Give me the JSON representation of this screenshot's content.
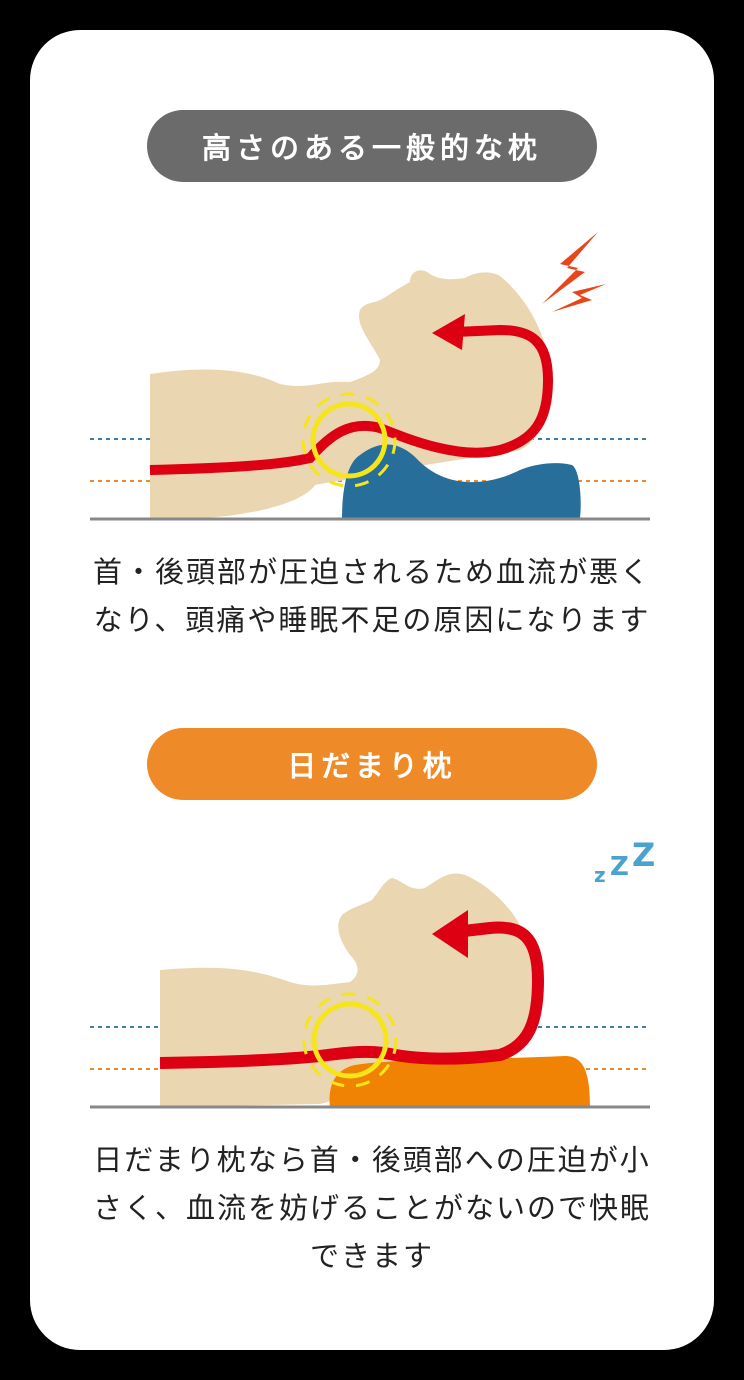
{
  "sections": [
    {
      "title": "高さのある一般的な枕",
      "title_color": "#6b6b6b",
      "pillow_color": "#286e9a",
      "effect_icon": "lightning-pain-icon",
      "effect_color": "#e8461a",
      "caption_line1": "首・後頭部が圧迫されるため血流が悪く",
      "caption_line2": "なり、頭痛や睡眠不足の原因になります"
    },
    {
      "title": "日だまり枕",
      "title_color": "#ef8a28",
      "pillow_color": "#f08204",
      "effect_icon": "sleep-zzz-icon",
      "effect_color": "#4aa3cf",
      "effect_text": [
        "z",
        "Z",
        "Z"
      ],
      "caption_line1": "日だまり枕なら首・後頭部への圧迫が小",
      "caption_line2": "さく、血流を妨げることがないので快眠",
      "caption_line3": "できます"
    }
  ],
  "colors": {
    "skin": "#ead6b0",
    "blood_flow": "#dc0012",
    "pressure_ring": "#f5e51a",
    "guide_line_upper": "#3d7ea8",
    "guide_line_lower": "#ef8a28",
    "floor": "#888888"
  }
}
